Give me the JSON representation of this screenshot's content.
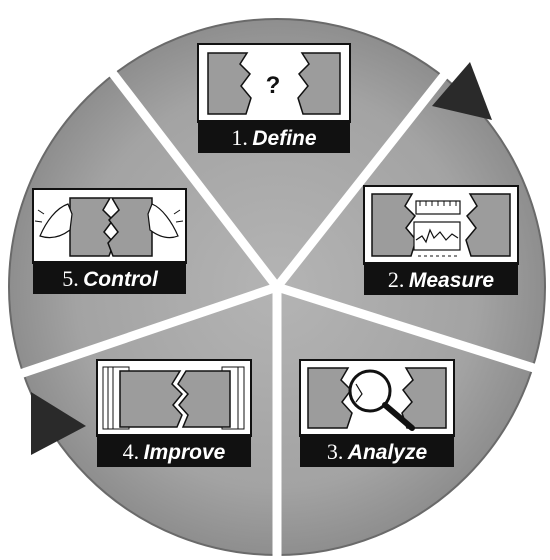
{
  "cycle": {
    "steps": [
      {
        "number": "1.",
        "word": "Define",
        "icon": "puzzle-question-icon",
        "glyph": "?"
      },
      {
        "number": "2.",
        "word": "Measure",
        "icon": "puzzle-ruler-chart-icon"
      },
      {
        "number": "3.",
        "word": "Analyze",
        "icon": "puzzle-magnifier-icon"
      },
      {
        "number": "4.",
        "word": "Improve",
        "icon": "puzzle-pages-icon"
      },
      {
        "number": "5.",
        "word": "Control",
        "icon": "puzzle-hands-icon"
      }
    ],
    "arrows": [
      "arrowhead-top-right",
      "arrowhead-left"
    ],
    "colors": {
      "wheel": "#a6a6a6",
      "wheel_dark": "#8c8c8c",
      "divider": "#ffffff",
      "label_bg": "#111111",
      "label_text": "#ffffff",
      "arrow": "#2a2a2a",
      "card_bg": "#ffffff",
      "card_fill": "#9c9c9c"
    }
  }
}
